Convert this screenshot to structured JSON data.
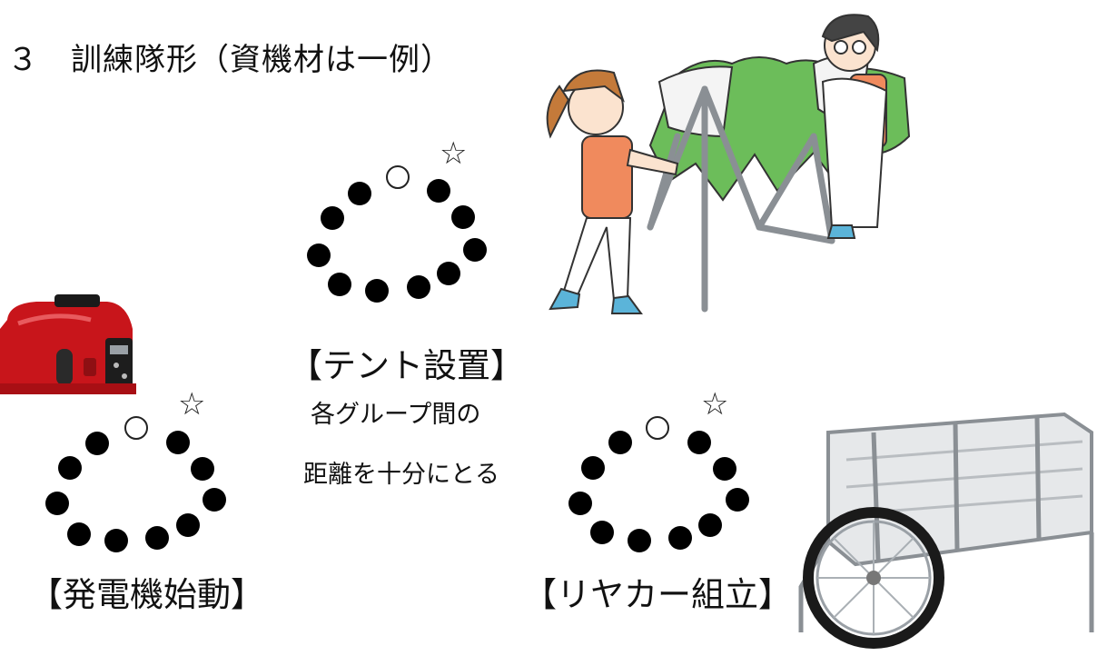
{
  "heading": "３　訓練隊形（資機材は一例）",
  "formations": {
    "tent": {
      "label": "【テント設置】"
    },
    "generator": {
      "label": "【発電機始動】"
    },
    "cart": {
      "label": "【リヤカー組立】"
    }
  },
  "note": {
    "line1": "各グループ間の",
    "line2": "距離を十分にとる"
  },
  "symbols": {
    "filled": "●",
    "open": "○",
    "star": "☆"
  },
  "colors": {
    "generator_red": "#c8151b",
    "tent_green": "#6cbd5a",
    "shirt_orange": "#f08a5d",
    "shoe_blue": "#5bb4d9",
    "frame_gray": "#8a8f94"
  }
}
